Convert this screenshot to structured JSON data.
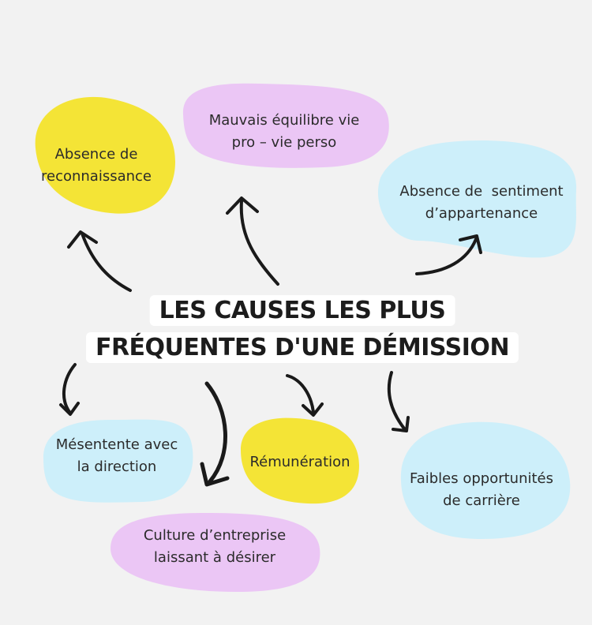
{
  "title": {
    "line1": "LES CAUSES LES PLUS",
    "line2": "FRÉQUENTES D'UNE DÉMISSION"
  },
  "colors": {
    "background": "#f2f2f2",
    "yellow": "#f4e436",
    "pink": "#ebc6f5",
    "blue": "#cdeffa",
    "arrow": "#1a1a1a"
  },
  "causes": [
    {
      "id": "reconnaissance",
      "color": "yellow",
      "lines": [
        "Absence de",
        "reconnaissance"
      ]
    },
    {
      "id": "equilibre",
      "color": "pink",
      "lines": [
        "Mauvais équilibre vie",
        "pro – vie perso"
      ]
    },
    {
      "id": "appartenance",
      "color": "blue",
      "lines": [
        "Absence de  sentiment",
        "d’appartenance"
      ]
    },
    {
      "id": "direction",
      "color": "blue",
      "lines": [
        "Mésentente avec",
        "la direction"
      ]
    },
    {
      "id": "remuneration",
      "color": "yellow",
      "lines": [
        "Rémunération"
      ]
    },
    {
      "id": "carriere",
      "color": "blue",
      "lines": [
        "Faibles opportunités",
        "de carrière"
      ]
    },
    {
      "id": "culture",
      "color": "pink",
      "lines": [
        "Culture d’entreprise",
        "laissant à désirer"
      ]
    }
  ]
}
